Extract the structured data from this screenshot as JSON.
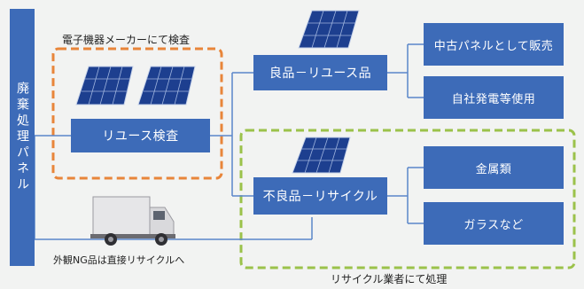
{
  "diagram": {
    "start_label": "廃棄処理パネル",
    "orange_group_label": "電子機器メーカーにて検査",
    "green_group_label": "リサイクル業者にて処理",
    "reuse_inspection": "リユース検査",
    "good_item": "良品－リユース品",
    "defective_item": "不良品－リサイクル",
    "used_sale": "中古パネルとして販売",
    "self_power": "自社発電等使用",
    "metals": "金属類",
    "glass": "ガラスなど",
    "ng_direct": "外観NG品は直接リサイクルへ"
  },
  "colors": {
    "box_blue": "#3d6bb8",
    "line_blue": "#5a86c9",
    "orange_dash": "#e8853a",
    "green_dash": "#9bc24a",
    "background": "#f2f3f2"
  }
}
